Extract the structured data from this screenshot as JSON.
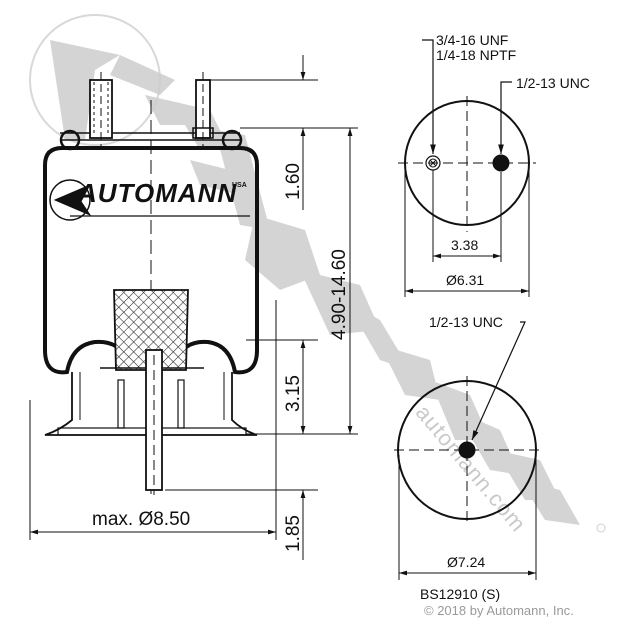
{
  "watermark": {
    "brand": "AUTOMANN",
    "suffix": "USA",
    "url_text": "automann.com",
    "color": "#c8c8c8"
  },
  "side_view": {
    "logo_text": "AUTOMANN",
    "logo_suffix": "USA",
    "dimensions": {
      "top_offset": "1.60",
      "height_range": "4.90-14.60",
      "piston_height": "3.15",
      "stud_length": "1.85",
      "max_diameter": "max. Ø8.50"
    }
  },
  "top_view": {
    "callout_port": "3/4-16 UNF",
    "callout_port_2": "1/4-18 NPTF",
    "callout_stud": "1/2-13 UNC",
    "stud_spacing": "3.38",
    "diameter": "Ø6.31"
  },
  "bottom_view": {
    "callout_stud": "1/2-13 UNC",
    "diameter": "Ø7.24"
  },
  "footer": {
    "part_number": "BS12910 (S)",
    "copyright": "© 2018 by Automann, Inc."
  },
  "colors": {
    "line": "#111111",
    "watermark": "#c8c8c8",
    "copyright": "#9a9a9a"
  }
}
